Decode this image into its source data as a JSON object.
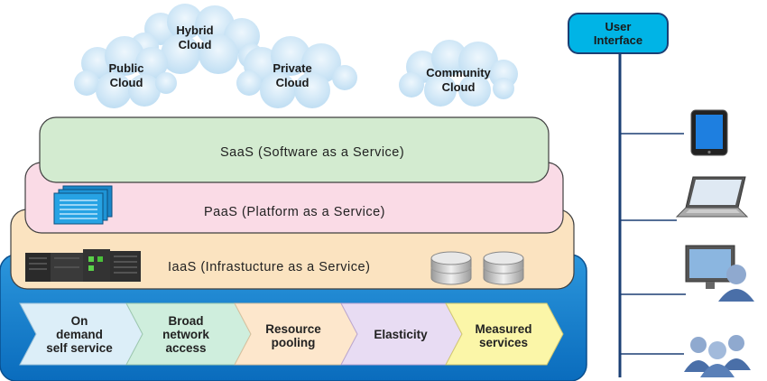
{
  "clouds": [
    {
      "label": "Hybrid\nCloud",
      "icon": "cloud-icon"
    },
    {
      "label": "Public\nCloud",
      "icon": "cloud-icon"
    },
    {
      "label": "Private\nCloud",
      "icon": "cloud-icon"
    },
    {
      "label": "Community\nCloud",
      "icon": "cloud-icon"
    }
  ],
  "layers": {
    "saas": "SaaS (Software as a Service)",
    "paas": "PaaS (Platform as a Service)",
    "iaas": "IaaS (Infrastucture as a Service)"
  },
  "characteristics": [
    {
      "label": "On\ndemand\nself service",
      "color": "#dceef8"
    },
    {
      "label": "Broad\nnetwork\naccess",
      "color": "#cfeedd"
    },
    {
      "label": "Resource\npooling",
      "color": "#fde7cc"
    },
    {
      "label": "Elasticity",
      "color": "#e8dcf3"
    },
    {
      "label": "Measured\nservices",
      "color": "#fbf6a8"
    }
  ],
  "user_interface": {
    "label": "User\nInterface",
    "devices": [
      "tablet-icon",
      "laptop-icon",
      "desktop-user-icon",
      "user-group-icon"
    ]
  },
  "colors": {
    "base": "#0d7fd1",
    "saas": "#d3ebd0",
    "paas": "#fadbe6",
    "iaas": "#fbe3c0",
    "ui_box": "#00b4e6",
    "cloud": "#cbe3f5"
  }
}
